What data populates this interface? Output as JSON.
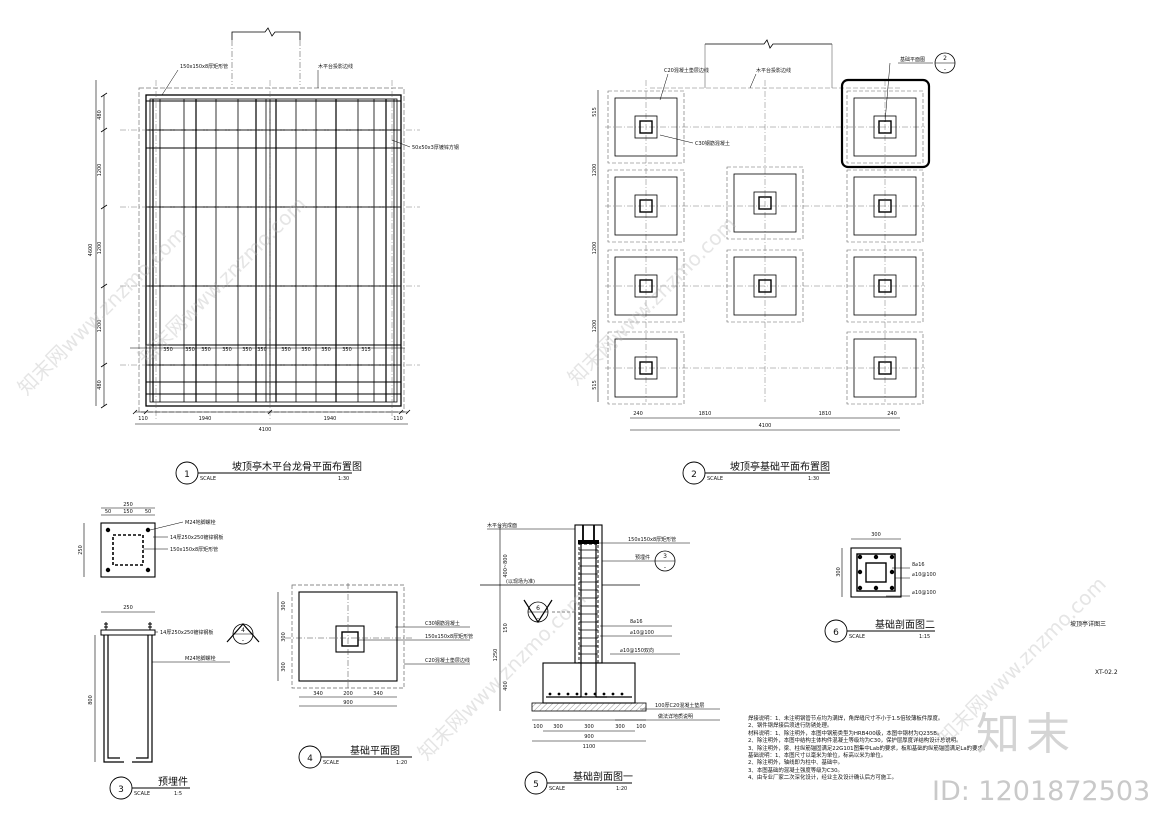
{
  "sheet": {
    "id_label": "ID: 1201872503",
    "brand": "知末",
    "sheet_title": "坡顶亭详图三",
    "sheet_no": "XT-02.2",
    "watermark": "知末网www.znzmo.com"
  },
  "drawing1": {
    "num": "1",
    "title": "坡顶亭木平台龙骨平面布置图",
    "scale_label": "SCALE",
    "scale": "1:30",
    "label_tube": "150x150x8厚矩形管",
    "label_proj": "木平台投影边线",
    "label_steel": "50x50x3厚镀锌方钢",
    "dim_total": "4100",
    "dim_half_a": "1940",
    "dim_half_b": "1940",
    "dim_edge_a": "110",
    "dim_edge_b": "110",
    "dim_v_total": "4600",
    "dim_v": [
      "480",
      "1200",
      "1200",
      "1200",
      "480"
    ],
    "dim_spacing": [
      "350",
      "350",
      "350",
      "350",
      "350",
      "350",
      "350",
      "350",
      "350",
      "350",
      "315"
    ]
  },
  "drawing2": {
    "num": "2",
    "title": "坡顶亭基础平面布置图",
    "scale_label": "SCALE",
    "scale": "1:30",
    "label_cushion": "C20混凝土垫层边线",
    "label_proj": "木平台投影边线",
    "label_concrete": "C30钢筋混凝土",
    "label_plan": "基础平面图",
    "callout_num": "2",
    "callout_sheet": "-",
    "dim_total": "4100",
    "dim_h": [
      "240",
      "1810",
      "1810",
      "240"
    ],
    "dim_v": [
      "515",
      "1200",
      "1200",
      "1200",
      "515"
    ]
  },
  "drawing3": {
    "num": "3",
    "title": "预埋件",
    "scale_label": "SCALE",
    "scale": "1:5",
    "label_bolt": "M24地脚螺栓",
    "label_plate": "14厚250x250镀锌钢板",
    "label_tube": "150x150x8厚矩形管",
    "label_plate2": "14厚250x250镀锌钢板",
    "label_bolt2": "M24地脚螺栓",
    "dim_w": "250",
    "dim_w_parts": [
      "50",
      "150",
      "50"
    ],
    "dim_h": "250",
    "dim_w2": "250",
    "dim_len": "800",
    "callout_num": "4",
    "callout_sheet": "-"
  },
  "drawing4": {
    "num": "4",
    "title": "基础平面图",
    "scale_label": "SCALE",
    "scale": "1:20",
    "label_concrete": "C30钢筋混凝土",
    "label_tube": "150x150x8厚矩形管",
    "label_cushion": "C20混凝土垫层边线",
    "dim_total": "900",
    "dim_parts": [
      "340",
      "200",
      "340"
    ],
    "dim_v": [
      "300",
      "300",
      "300"
    ]
  },
  "drawing5": {
    "num": "5",
    "title": "基础剖面图一",
    "scale_label": "SCALE",
    "scale": "1:20",
    "label_top": "木平台完成面",
    "label_tube": "150x150x8厚矩形管",
    "label_embed": "预埋件",
    "callout3_num": "3",
    "callout3_sheet": "-",
    "callout6_num": "6",
    "callout6_sheet": "-",
    "label_rebar1": "8⌀16",
    "label_rebar2": "⌀10@100",
    "label_rebar3": "⌀10@150双向",
    "label_cushion": "100厚C20混凝土垫层",
    "label_soil": "做法详地质说明",
    "label_grade": "(以现场为准)",
    "dim_v": [
      "400~800",
      "150",
      "1250",
      "400"
    ],
    "dim_h": [
      "100",
      "300",
      "300",
      "300",
      "100"
    ],
    "dim_inner": "900",
    "dim_total": "1100"
  },
  "drawing6": {
    "num": "6",
    "title": "基础剖面图二",
    "scale_label": "SCALE",
    "scale": "1:15",
    "dim_w": "300",
    "dim_h": "300",
    "label_rebar1": "8⌀16",
    "label_rebar2": "⌀10@100",
    "label_rebar3": "⌀10@100"
  },
  "notes": [
    "焊接说明：1、未注明钢管节点均为满焊，角焊缝尺寸不小于1.5倍较薄板件厚度。",
    "           2、钢件钢焊接后须进行防锈处理。",
    "材料说明：1、除注明外，本图中钢筋类型为HRB400级，本图中钢材为Q235B。",
    "           2、除注明外，本图中结构主体构件混凝土等级均为C30，保护层厚度详结构设计总说明。",
    "           3、除注明外，梁、柱纵筋锚固满足22G101图集中Lab的要求，板和基础的纵筋锚固满足La的要求。",
    "基础说明：1、本图尺寸以毫米为单位，标高以米为单位。",
    "           2、除注明外，轴线即为柱中、基础中。",
    "           3、本图基础的混凝土强度等级为C30。",
    "           4、由专业厂家二次深化设计，经业主及设计确认后方可施工。"
  ]
}
